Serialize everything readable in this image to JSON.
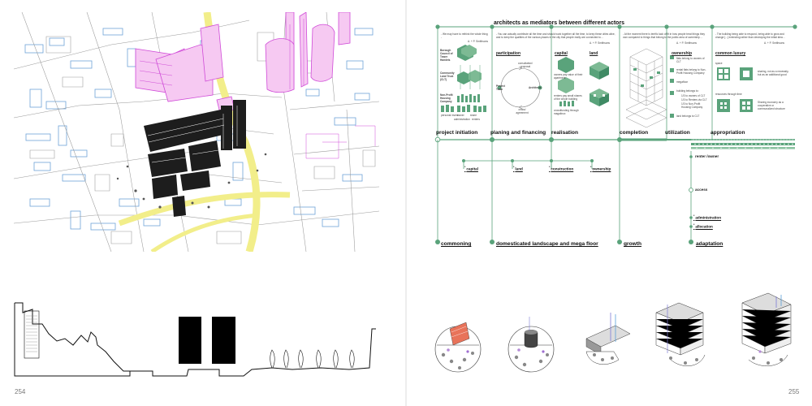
{
  "pages": {
    "left_number": "254",
    "right_number": "255"
  },
  "diagram": {
    "title": "architects as mediators between different actors",
    "quotes": [
      {
        "text": "- We may have to rethink the whole thing -",
        "author": "A. + P. Smithsons"
      },
      {
        "text": "- You can actually contribute all the time and should work together all the time, to keep these cities alive, and to keep the qualities of the various places in the city that people really are connected to. -",
        "author": "A. + P. Smithsons"
      },
      {
        "text": "- At the moment there is terrific lack of fit in how people treat things they own compared to things that belong to the public area of ownership. -",
        "author": "A. + P. Smithsons"
      },
      {
        "text": "- The building being able to respond, being able to grow and change [...] extending rather than destroying the initial idea. -",
        "author": "A. + P. Smithsons"
      }
    ],
    "actors": [
      {
        "name": "Borough Council of Tower Hamlets"
      },
      {
        "name": "Community Land Trust (CLT)"
      },
      {
        "name": "Non-Profit Housing Company"
      }
    ],
    "actor_axis": [
      "initiation",
      "1",
      "1/2",
      "1/2",
      "1/3",
      "1/3"
    ],
    "actor_roles": [
      "personal invest",
      "owner",
      "share"
    ],
    "actor_footer": [
      "administration",
      "renters"
    ],
    "participation": {
      "heading": "participation",
      "labels": [
        "consultation/ proposal",
        "Project Team",
        "Architects",
        "critics/ agreement"
      ]
    },
    "capital": {
      "heading": "capital",
      "items": [
        "owners pay value of their apartment",
        "renters pay small shares of the whole building",
        "crowdfunding through magalinux"
      ]
    },
    "land": {
      "heading": "land"
    },
    "ownership": {
      "heading": "ownership",
      "items": [
        "flats belong to owners of CLT",
        "rental flats belong to Non-Profit Housing Company",
        "megafloor",
        "building belongs to:",
        "1/3 to owners of CLT",
        "1/3 to Renters via CLT",
        "1/3 to Non-Profit Housing Company",
        "land belongs to CLT"
      ]
    },
    "luxury": {
      "heading": "common luxury",
      "items": [
        "space",
        "sharing, not as a necessity, but as an additional good",
        "resources through time",
        "Sharing economy as a cooperative or communalized structure"
      ]
    },
    "phases": [
      "project initiation",
      "planing and financing",
      "realisation",
      "completion",
      "utilization",
      "appropriation"
    ],
    "sublabels": [
      "capital",
      "land",
      "construction",
      "ownership"
    ],
    "right_branch": [
      "renter /owner",
      "access",
      "administration",
      "allocation"
    ],
    "outcomes": [
      "commoning",
      "domesticated landscape and mega floor",
      "growth",
      "adaptation"
    ],
    "colors": {
      "accent": "#5aa37b",
      "accent_dark": "#3f8a64",
      "magenta": "#d04bd8",
      "yellow": "#f2ee8a",
      "blue": "#6fa3d8"
    }
  }
}
